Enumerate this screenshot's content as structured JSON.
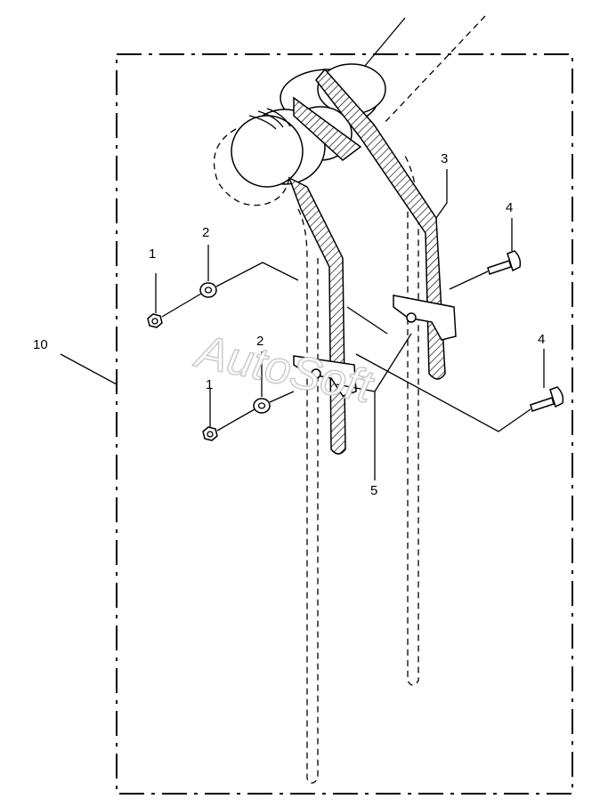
{
  "callouts": {
    "c1a": "1",
    "c2a": "2",
    "c1b": "1",
    "c2b": "2",
    "c3": "3",
    "c4a": "4",
    "c4b": "4",
    "c5": "5",
    "c10": "10"
  },
  "watermark": "AutoSoft",
  "colors": {
    "line": "#000000",
    "watermark_stroke": "#c8c8c8",
    "background": "#ffffff"
  }
}
